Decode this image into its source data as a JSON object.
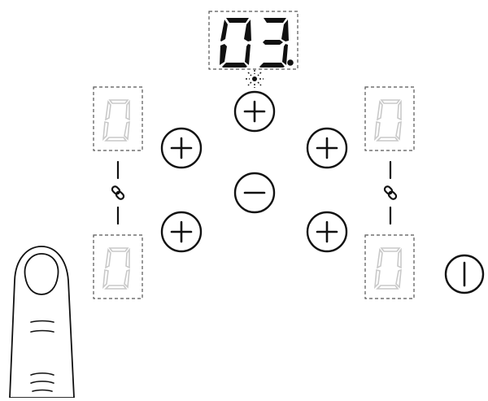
{
  "timer_display": {
    "digits": [
      "0",
      "3"
    ],
    "decimal_point": "."
  },
  "zone_displays": {
    "top_left": "0",
    "bottom_left": "0",
    "top_right": "0",
    "bottom_right": "0"
  },
  "icons": {
    "plus": "plus-icon",
    "minus": "minus-icon",
    "power": "power-icon",
    "bridge_link": "link-chain-icon",
    "finger": "finger-touch-icon",
    "indicator": "timer-indicator-light-icon"
  },
  "colors": {
    "active_segment": "#111111",
    "inactive_segment": "#c9c9c9",
    "frame": "#555555"
  }
}
